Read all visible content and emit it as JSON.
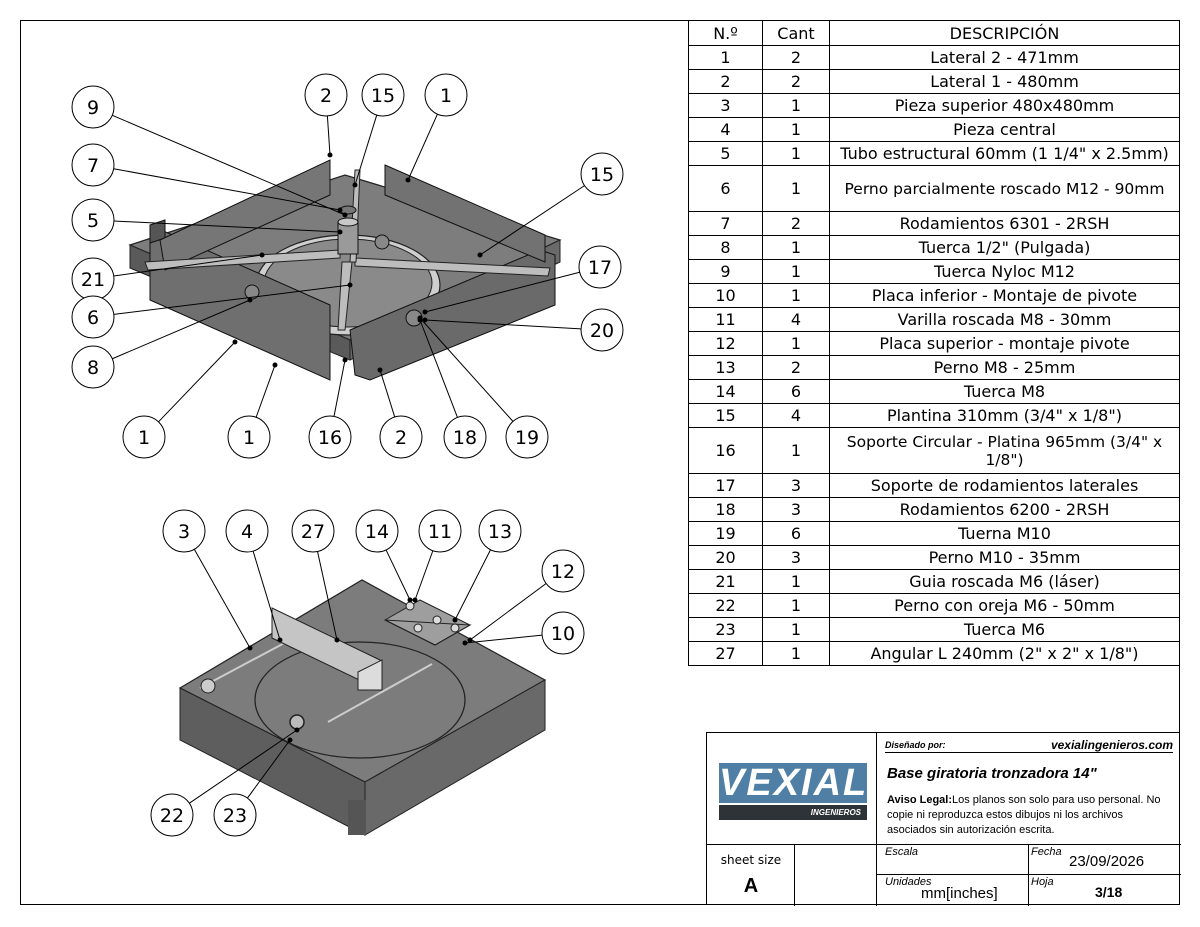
{
  "bom": {
    "headers": [
      "N.º",
      "Cant",
      "DESCRIPCIÓN"
    ],
    "rows": [
      [
        "1",
        "2",
        "Lateral 2 - 471mm"
      ],
      [
        "2",
        "2",
        "Lateral 1 - 480mm"
      ],
      [
        "3",
        "1",
        "Pieza superior 480x480mm"
      ],
      [
        "4",
        "1",
        "Pieza central"
      ],
      [
        "5",
        "1",
        "Tubo estructural 60mm (1 1/4\" x 2.5mm)"
      ],
      [
        "6",
        "1",
        "Perno parcialmente roscado M12 - 90mm"
      ],
      [
        "7",
        "2",
        "Rodamientos 6301 - 2RSH"
      ],
      [
        "8",
        "1",
        "Tuerca 1/2\" (Pulgada)"
      ],
      [
        "9",
        "1",
        "Tuerca Nyloc  M12"
      ],
      [
        "10",
        "1",
        "Placa inferior - Montaje de pivote"
      ],
      [
        "11",
        "4",
        "Varilla roscada M8 - 30mm"
      ],
      [
        "12",
        "1",
        "Placa superior - montaje pivote"
      ],
      [
        "13",
        "2",
        "Perno M8 - 25mm"
      ],
      [
        "14",
        "6",
        "Tuerca M8"
      ],
      [
        "15",
        "4",
        "Plantina 310mm (3/4\" x 1/8\")"
      ],
      [
        "16",
        "1",
        "Soporte Circular - Platina 965mm (3/4\" x 1/8\")"
      ],
      [
        "17",
        "3",
        "Soporte de rodamientos laterales"
      ],
      [
        "18",
        "3",
        "Rodamientos 6200 - 2RSH"
      ],
      [
        "19",
        "6",
        "Tuerna M10"
      ],
      [
        "20",
        "3",
        "Perno M10 - 35mm"
      ],
      [
        "21",
        "1",
        "Guia roscada M6 (láser)"
      ],
      [
        "22",
        "1",
        "Perno con oreja M6 - 50mm"
      ],
      [
        "23",
        "1",
        "Tuerca M6"
      ],
      [
        "27",
        "1",
        "Angular L 240mm (2\" x 2\" x 1/8\")"
      ]
    ]
  },
  "balloons_top": [
    "9",
    "7",
    "5",
    "21",
    "6",
    "8",
    "2",
    "15",
    "1",
    "15",
    "17",
    "20",
    "1",
    "1",
    "16",
    "2",
    "18",
    "19"
  ],
  "balloons_bottom": [
    "3",
    "4",
    "27",
    "14",
    "11",
    "13",
    "12",
    "10",
    "22",
    "23"
  ],
  "title_block": {
    "logo_main": "VEXIAL",
    "logo_sub": "INGENIEROS",
    "designed_by_label": "Diseñado por:",
    "website": "vexialingenieros.com",
    "title": "Base giratoria tronzadora 14\"",
    "legal_label": "Aviso Legal:",
    "legal_text": "Los planos son solo para uso personal. No copie ni reproduzca estos dibujos ni los archivos asociados sin autorización escrita.",
    "sheet_size_label": "sheet size",
    "sheet_size": "A",
    "scale_label": "Escala",
    "scale": "",
    "date_label": "Fecha",
    "date": "23/09/2026",
    "units_label": "Unidades",
    "units": "mm[inches]",
    "sheet_label": "Hoja",
    "sheet": "3/18"
  }
}
